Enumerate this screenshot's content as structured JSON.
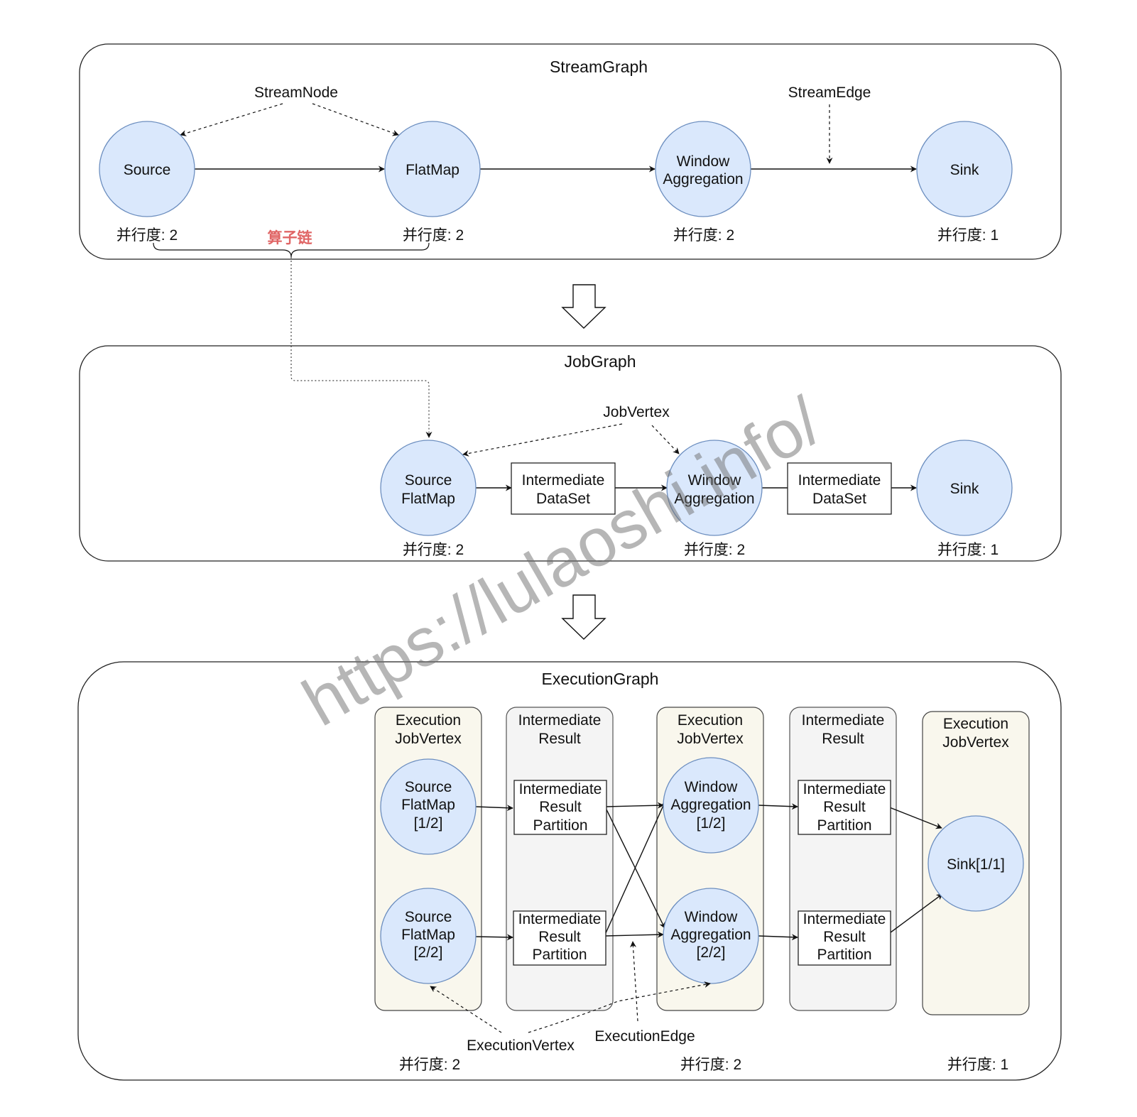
{
  "stream_graph": {
    "title": "StreamGraph",
    "stream_node_label": "StreamNode",
    "stream_edge_label": "StreamEdge",
    "nodes": [
      {
        "lines": [
          "Source"
        ],
        "parallelism": "并行度: 2"
      },
      {
        "lines": [
          "FlatMap"
        ],
        "parallelism": "并行度: 2"
      },
      {
        "lines": [
          "Window",
          "Aggregation"
        ],
        "parallelism": "并行度: 2"
      },
      {
        "lines": [
          "Sink"
        ],
        "parallelism": "并行度: 1"
      }
    ],
    "operator_chain_label": "算子链",
    "operator_chain_color": "#e06666"
  },
  "job_graph": {
    "title": "JobGraph",
    "job_vertex_label": "JobVertex",
    "nodes": [
      {
        "lines": [
          "Source",
          "FlatMap"
        ],
        "parallelism": "并行度: 2"
      },
      {
        "lines": [
          "Window",
          "Aggregation"
        ],
        "parallelism": "并行度: 2"
      },
      {
        "lines": [
          "Sink"
        ],
        "parallelism": "并行度: 1"
      }
    ],
    "datasets": [
      {
        "lines": [
          "Intermediate",
          "DataSet"
        ]
      },
      {
        "lines": [
          "Intermediate",
          "DataSet"
        ]
      }
    ]
  },
  "execution_graph": {
    "title": "ExecutionGraph",
    "columns": [
      {
        "lines": [
          "Execution",
          "JobVertex"
        ],
        "kind": "execution"
      },
      {
        "lines": [
          "Intermediate",
          "Result"
        ],
        "kind": "intermediate"
      },
      {
        "lines": [
          "Execution",
          "JobVertex"
        ],
        "kind": "execution"
      },
      {
        "lines": [
          "Intermediate",
          "Result"
        ],
        "kind": "intermediate"
      },
      {
        "lines": [
          "Execution",
          "JobVertex"
        ],
        "kind": "execution"
      }
    ],
    "vertices": {
      "source_1": {
        "lines": [
          "Source",
          "FlatMap",
          "[1/2]"
        ]
      },
      "source_2": {
        "lines": [
          "Source",
          "FlatMap",
          "[2/2]"
        ]
      },
      "window_1": {
        "lines": [
          "Window",
          "Aggregation",
          "[1/2]"
        ]
      },
      "window_2": {
        "lines": [
          "Window",
          "Aggregation",
          "[2/2]"
        ]
      },
      "sink": {
        "lines": [
          "Sink[1/1]"
        ]
      }
    },
    "partition_lines": [
      "Intermediate",
      "Result",
      "Partition"
    ],
    "execution_vertex_label": "ExecutionVertex",
    "execution_edge_label": "ExecutionEdge",
    "parallelism": [
      "并行度: 2",
      "并行度: 2",
      "并行度: 1"
    ]
  },
  "watermark": "https://lulaoshi.info/",
  "colors": {
    "node_fill": "#dae8fc",
    "node_stroke": "#6c8ebf",
    "execution_column_fill": "#f9f7ed",
    "intermediate_column_fill": "#f4f4f4"
  }
}
